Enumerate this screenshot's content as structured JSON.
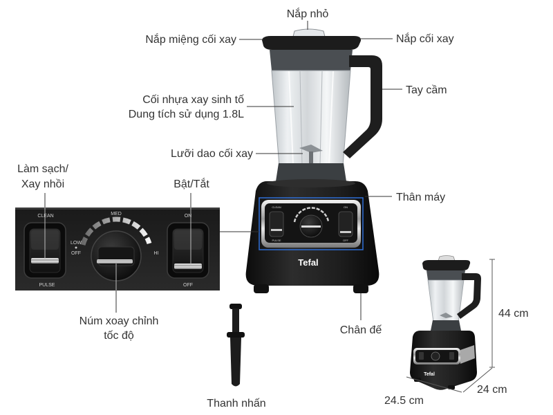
{
  "labels": {
    "small_lid": "Nắp nhỏ",
    "mouth_lid": "Nắp miệng cối xay",
    "jar_lid": "Nắp cối xay",
    "handle": "Tay cầm",
    "jar": [
      "Cối nhựa xay sinh tố",
      "Dung tích sử dụng 1.8L"
    ],
    "blade": "Lưỡi dao cối xay",
    "clean_pulse": [
      "Làm sạch/",
      "Xay nhồi"
    ],
    "power": "Bật/Tắt",
    "body": "Thân máy",
    "speed_knob": [
      "Núm xoay chỉnh",
      "tốc độ"
    ],
    "feet": "Chân đế",
    "tamper": "Thanh nhấn"
  },
  "control_panel": {
    "clean": "CLEAN",
    "pulse": "PULSE",
    "speed_med": "MED",
    "speed_low": "LOW",
    "speed_off": "OFF",
    "speed_hi": "HI",
    "switch_on": "ON",
    "switch_off": "OFF"
  },
  "brand": "Tefal",
  "dimensions": {
    "height": "44 cm",
    "depth": "24 cm",
    "width": "24.5 cm"
  },
  "colors": {
    "highlight": "#2f6fd6"
  }
}
